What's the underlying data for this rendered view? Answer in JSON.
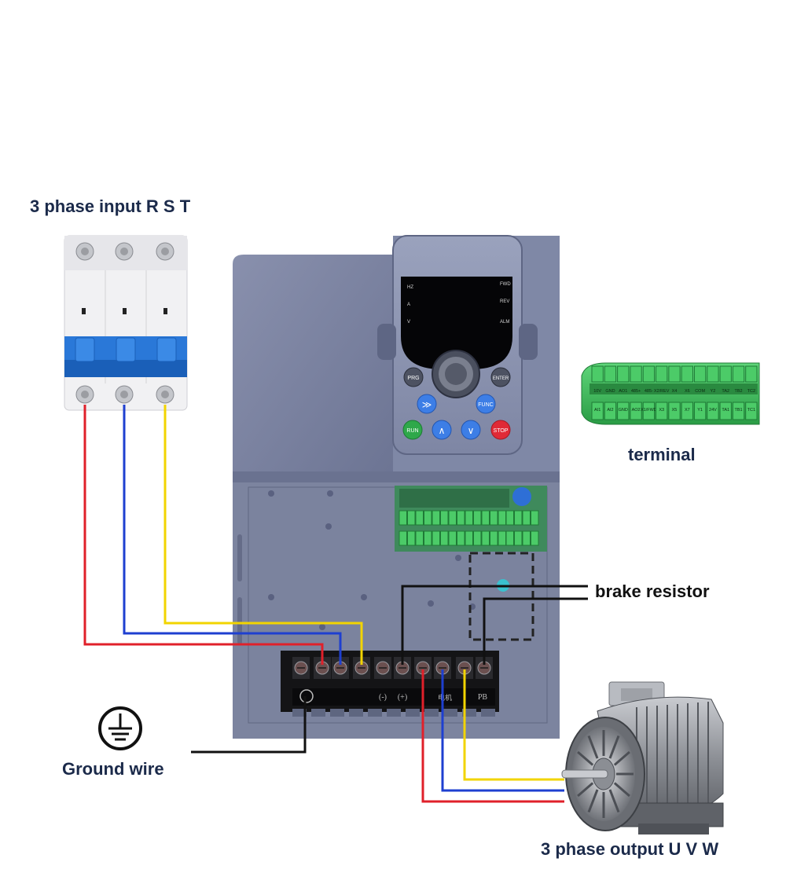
{
  "labels": {
    "input": "3 phase input R S T",
    "terminal": "terminal",
    "brake": "brake resistor",
    "ground": "Ground wire",
    "output": "3 phase output U V W"
  },
  "keypad": {
    "display_left": [
      "HZ",
      "A",
      "V"
    ],
    "display_right": [
      "FWD",
      "REV",
      "ALM"
    ],
    "prg": "PRG",
    "enter": "ENTER",
    "shift": "≫",
    "func": "FUNC",
    "run": "RUN",
    "up": "∧",
    "down": "∨",
    "stop": "STOP"
  },
  "terminal_strip": {
    "top": [
      "10V",
      "GND",
      "AO1",
      "485+",
      "485-",
      "X2/REV",
      "X4",
      "X6",
      "COM",
      "Y2",
      "TA2",
      "TB2",
      "TC2"
    ],
    "bottom": [
      "AI1",
      "AI2",
      "GND",
      "AO2",
      "X1/FWD",
      "X3",
      "X5",
      "X7",
      "Y1",
      "24V",
      "TA1",
      "TB1",
      "TC1"
    ]
  },
  "power_terminals": {
    "minus": "(-)",
    "plus": "(+)",
    "pb": "PB",
    "motor_mark": "电机"
  },
  "colors": {
    "wire_red": "#e0202a",
    "wire_blue": "#1e3fd0",
    "wire_yellow": "#f2d400",
    "wire_black": "#111111",
    "housing": "#7a83a3",
    "terminal_green": "#3dbf5a",
    "label_text": "#1b2a4a"
  },
  "icons": {
    "ground": "ground-symbol-icon",
    "breaker": "circuit-breaker-icon",
    "motor": "electric-motor-icon"
  }
}
